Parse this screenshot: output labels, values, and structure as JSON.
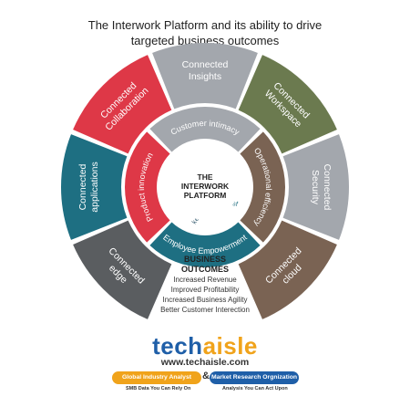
{
  "title_line1": "The Interwork Platform and its ability to drive",
  "title_line2": "targeted business outcomes",
  "core": {
    "line1": "THE",
    "line2": "INTERWORK",
    "line3": "PLATFORM"
  },
  "outer_segments": [
    {
      "line1": "Connected",
      "line2": "Insights",
      "color": "#a3a7ad",
      "mid": 0
    },
    {
      "line1": "Connected",
      "line2": "Workspace",
      "color": "#6b7a4f",
      "mid": 45
    },
    {
      "line1": "Connected",
      "line2": "Security",
      "color": "#a3a7ad",
      "mid": 90
    },
    {
      "line1": "Connected",
      "line2": "cloud",
      "color": "#7a6353",
      "mid": 135
    },
    {
      "line1": "Connected",
      "line2": "edge",
      "color": "#5a5d60",
      "mid": 225
    },
    {
      "line1": "Connected",
      "line2": "applications",
      "color": "#1e6f82",
      "mid": 270
    },
    {
      "line1": "Connected",
      "line2": "Collaboration",
      "color": "#de3847",
      "mid": 315
    }
  ],
  "middle_segments": [
    {
      "label": "Customer intimacy",
      "color": "#a3a7ad"
    },
    {
      "label": "Operational efficiency",
      "color": "#7a6353"
    },
    {
      "label": "Employee Empowerment",
      "color": "#1e6f82"
    },
    {
      "label": "Product innovation",
      "color": "#de3847"
    }
  ],
  "inner_ring_text": "SMB & Midmarket Digital Transformation Pillars",
  "inner_ring_colors": [
    "#de3847",
    "#1e6f82"
  ],
  "outcomes": {
    "heading1": "BUSINESS",
    "heading2": "OUTCOMES",
    "items": [
      "Increased Revenue",
      "Improved Profitability",
      "Increased Business Agility",
      "Better Customer Interection"
    ]
  },
  "brand": {
    "part1": "tech",
    "part2": "aisle",
    "url": "www.techaisle.com"
  },
  "badges": {
    "left": "Global Industry Analyst",
    "amp": "&",
    "right": "Market Research Orgnization",
    "left_tag": "SMB Data You Can Rely On",
    "right_tag": "Analysis You Can Act Upon"
  },
  "colors": {
    "tech_blue": "#1f5fa8",
    "aisle_orange": "#f0a31b"
  }
}
